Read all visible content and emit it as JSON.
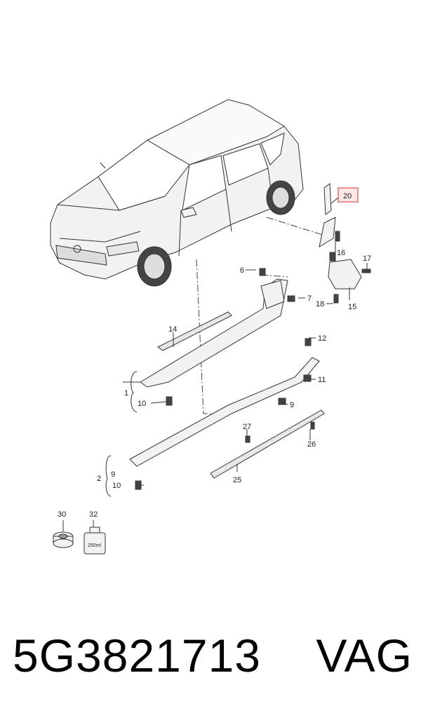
{
  "callouts": [
    {
      "id": "c1",
      "label": "1"
    },
    {
      "id": "c2",
      "label": "2"
    },
    {
      "id": "c6",
      "label": "6"
    },
    {
      "id": "c7",
      "label": "7"
    },
    {
      "id": "c9a",
      "label": "9"
    },
    {
      "id": "c9b",
      "label": "9"
    },
    {
      "id": "c10a",
      "label": "10"
    },
    {
      "id": "c10b",
      "label": "10"
    },
    {
      "id": "c11",
      "label": "11"
    },
    {
      "id": "c12",
      "label": "12"
    },
    {
      "id": "c14",
      "label": "14"
    },
    {
      "id": "c15",
      "label": "15"
    },
    {
      "id": "c16",
      "label": "16"
    },
    {
      "id": "c17",
      "label": "17"
    },
    {
      "id": "c18",
      "label": "18"
    },
    {
      "id": "c20",
      "label": "20"
    },
    {
      "id": "c25",
      "label": "25"
    },
    {
      "id": "c26",
      "label": "26"
    },
    {
      "id": "c27",
      "label": "27"
    },
    {
      "id": "c30",
      "label": "30"
    },
    {
      "id": "c32",
      "label": "32"
    }
  ],
  "bottle_label": "250ml",
  "highlight_color": "#e05050",
  "footer": {
    "part_number": "5G3821713",
    "brand": "VAG"
  }
}
